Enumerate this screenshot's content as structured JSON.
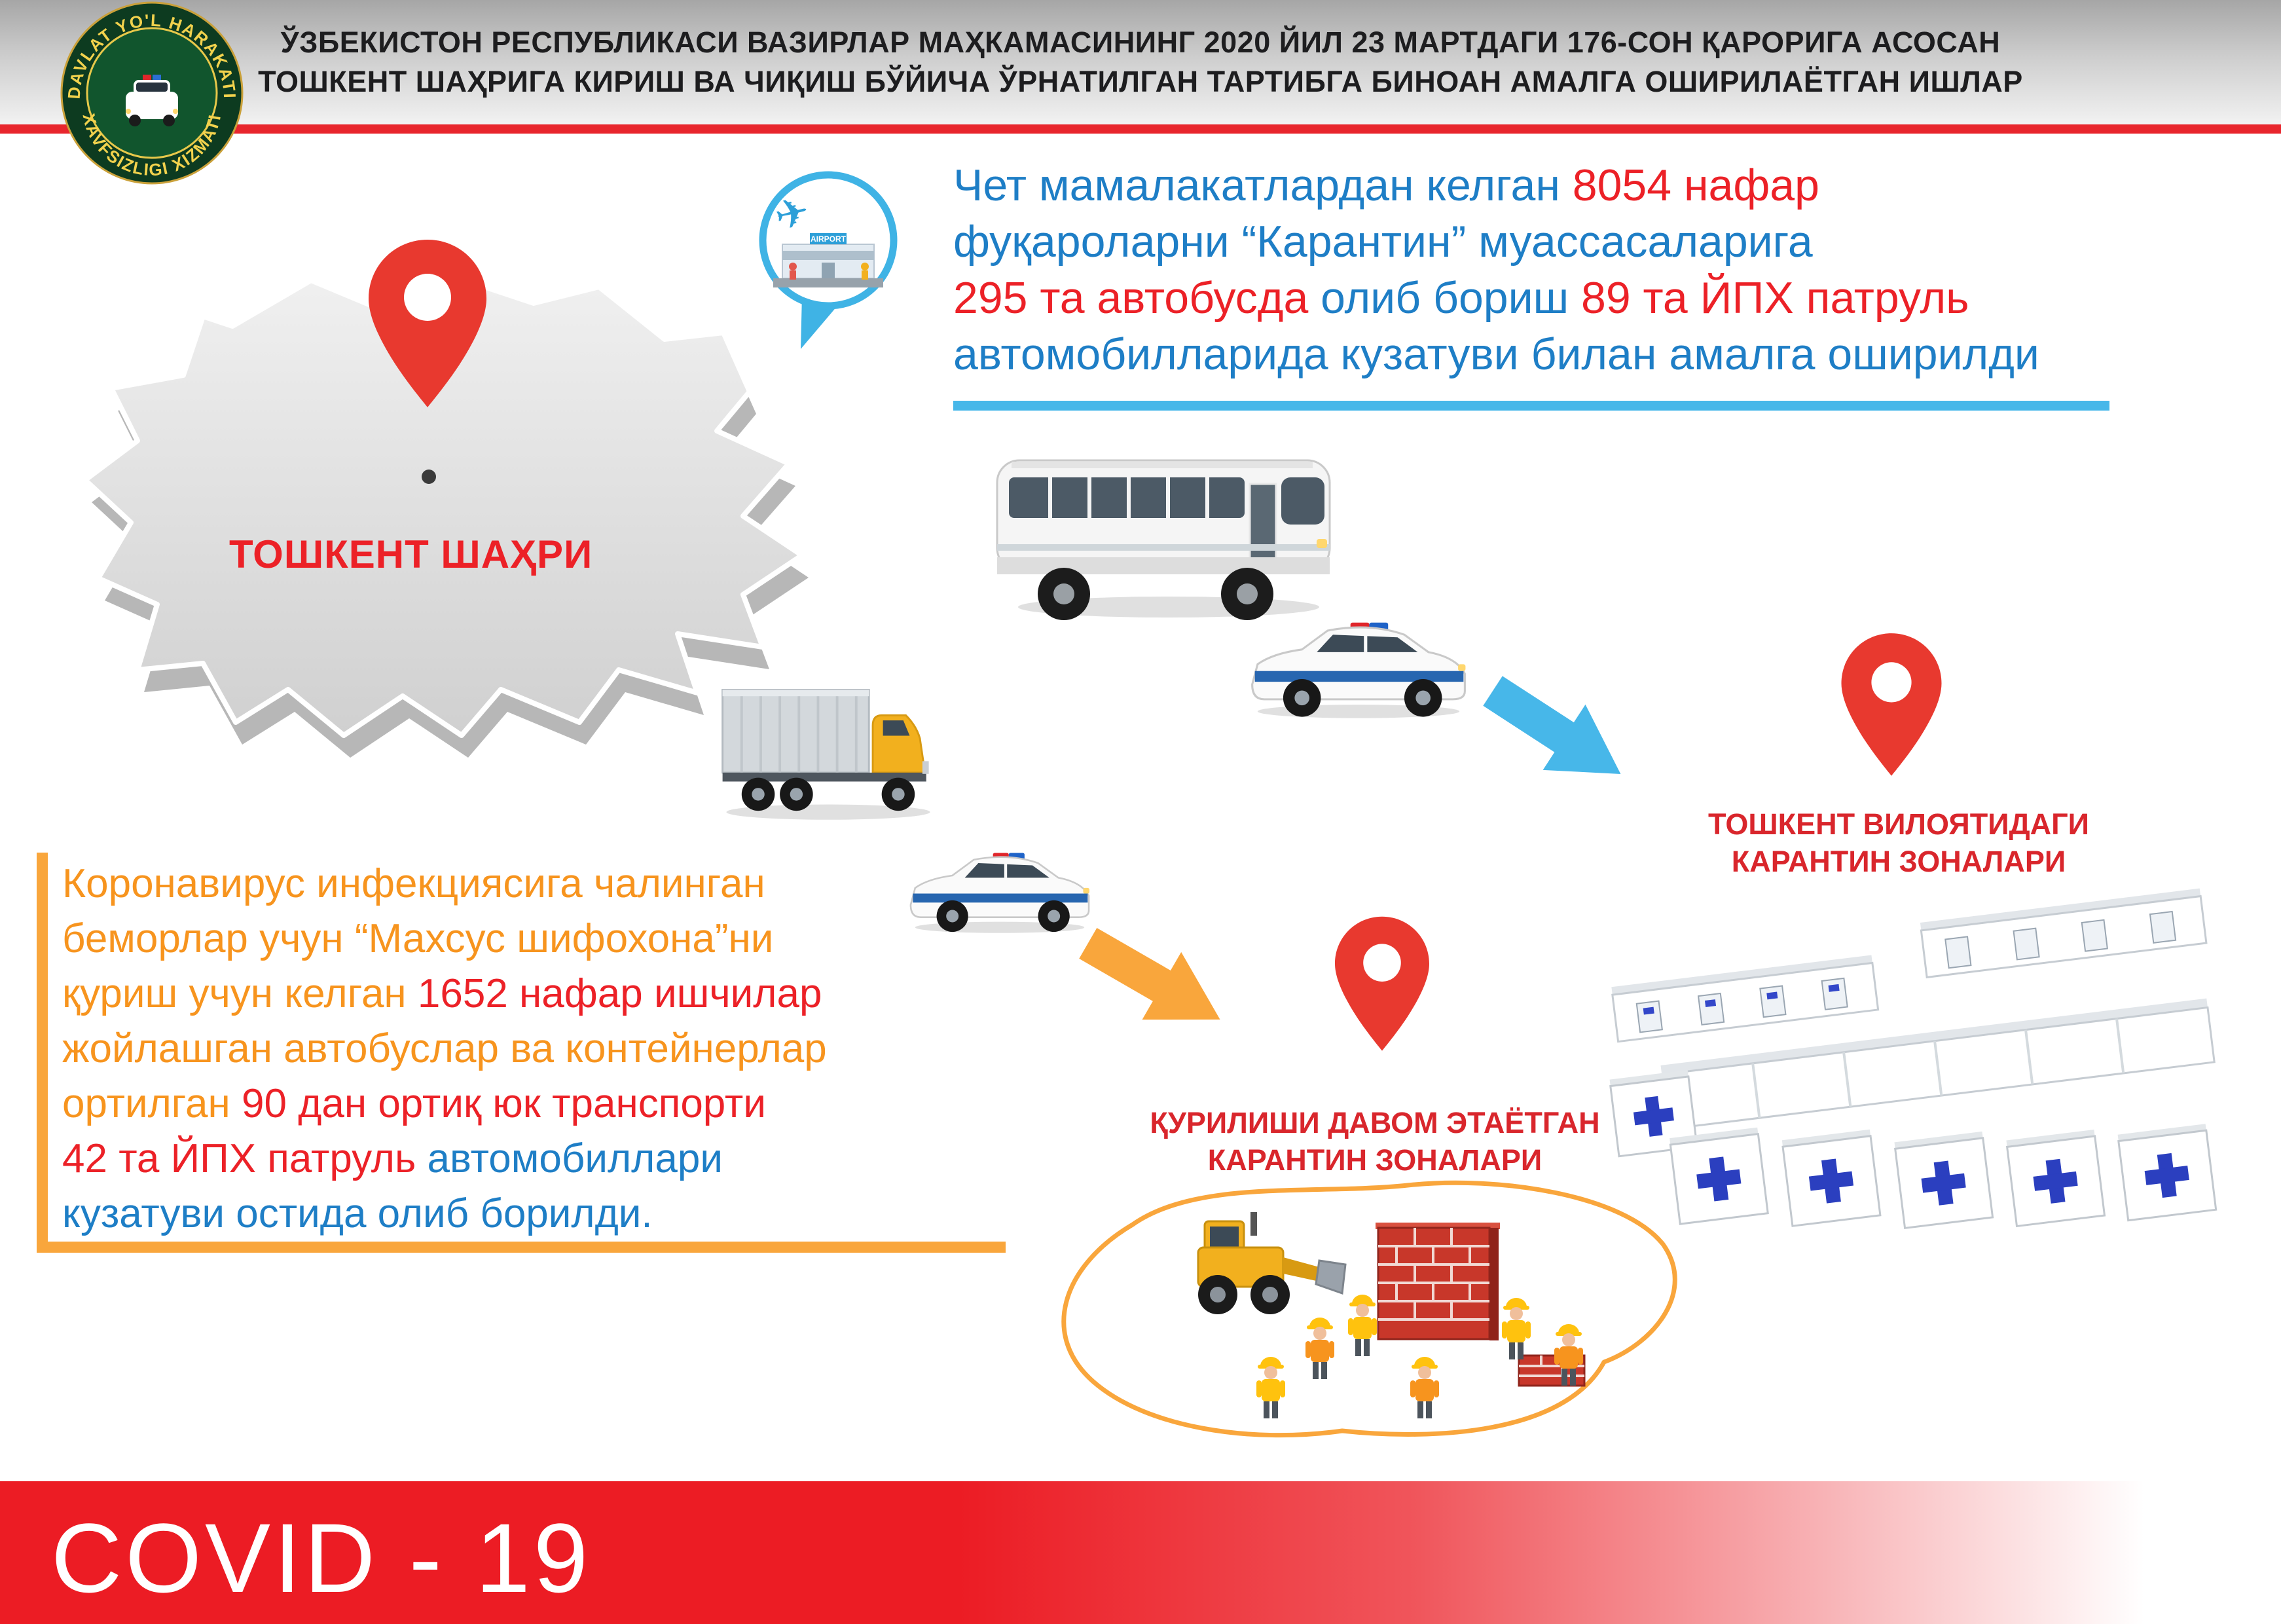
{
  "header": {
    "line1": "ЎЗБЕКИСТОН РЕСПУБЛИКАСИ ВАЗИРЛАР МАҲКАМАСИНИНГ 2020 ЙИЛ 23 МАРТДАГИ 176-СОН ҚАРОРИГА АСОСАН",
    "line2": "ТОШКЕНТ ШАҲРИГА КИРИШ ВА ЧИҚИШ БЎЙИЧА ЎРНАТИЛГАН ТАРТИБГА БИНОАН АМАЛГА ОШИРИЛАЁТГАН ИШЛАР"
  },
  "emblem": {
    "arc_top": "DAVLAT YO'L HARAKATI",
    "arc_bottom": "XAVFSIZLIGI XIZMATI"
  },
  "map": {
    "label": "ТОШКЕНТ ШАҲРИ"
  },
  "airport": {
    "label": "AIRPORT"
  },
  "icons": {
    "airplane": "✈"
  },
  "stats_top": {
    "l1a": "Чет мамалакатлардан келган ",
    "l1b": "8054 нафар",
    "l2": "фуқароларни “Карантин” муассасаларига",
    "l3a": "295 та автобусда ",
    "l3b": "олиб бориш ",
    "l3c": "89 та ЙПХ патруль",
    "l4": "автомобилларида кузатуви билан амалга оширилди"
  },
  "stats_left": {
    "l1": "Коронавирус инфекциясига чалинган",
    "l2": "беморлар учун “Махсус шифохона”ни",
    "l3a": "қуриш учун келган ",
    "l3b": "1652 нафар ишчилар",
    "l4": "жойлашган автобуслар ва контейнерлар",
    "l5a": "ортилган ",
    "l5b": "90 дан ортиқ юк транспорти",
    "l6a": "42 та ЙПХ патруль ",
    "l6b": "автомобиллари",
    "l7": "кузатуви остида олиб борилди."
  },
  "zone_right": {
    "line1": "ТОШКЕНТ ВИЛОЯТИДАГИ",
    "line2": "КАРАНТИН ЗОНАЛАРИ"
  },
  "zone_center": {
    "line1": "ҚУРИЛИШИ ДАВОМ ЭТАЁТГАН",
    "line2": "КАРАНТИН ЗОНАЛАРИ"
  },
  "footer": {
    "title": "COVID - 19"
  },
  "colors": {
    "red": "#ec2127",
    "blue": "#1e7ec6",
    "orange": "#f7941e",
    "sky_blue": "#47b7e9",
    "arrow_orange": "#f9a63c",
    "pin_red": "#e8392f",
    "emblem_green": "#0d3b20"
  }
}
